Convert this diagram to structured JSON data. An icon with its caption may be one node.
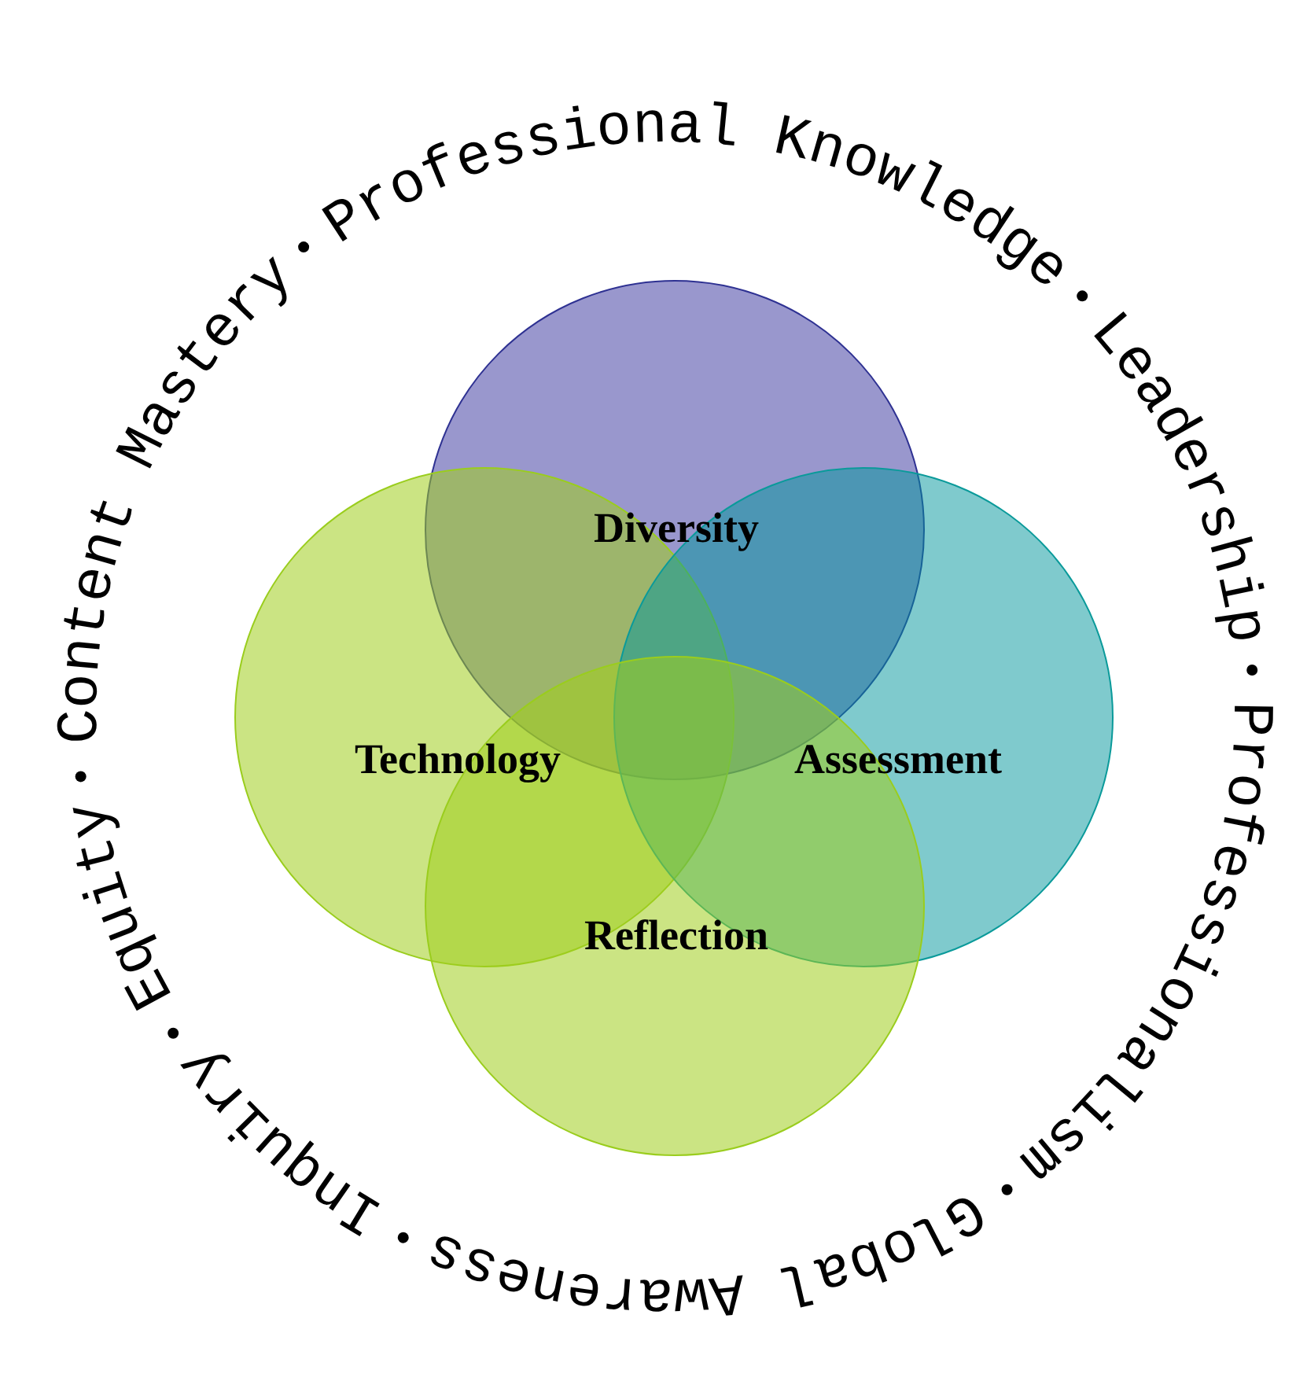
{
  "diagram": {
    "nodes": [
      {
        "text": [
          "Diversity"
        ]
      },
      {
        "text": [
          "Technology"
        ]
      },
      {
        "text": [
          "Assessment"
        ]
      },
      {
        "text": [
          "Reflection"
        ]
      }
    ],
    "labels": [
      "Professional Knowledge",
      "Leadership",
      "Professionalism",
      "Global Awareness",
      "Inquiry",
      "Equity",
      "Content Mastery"
    ]
  }
}
